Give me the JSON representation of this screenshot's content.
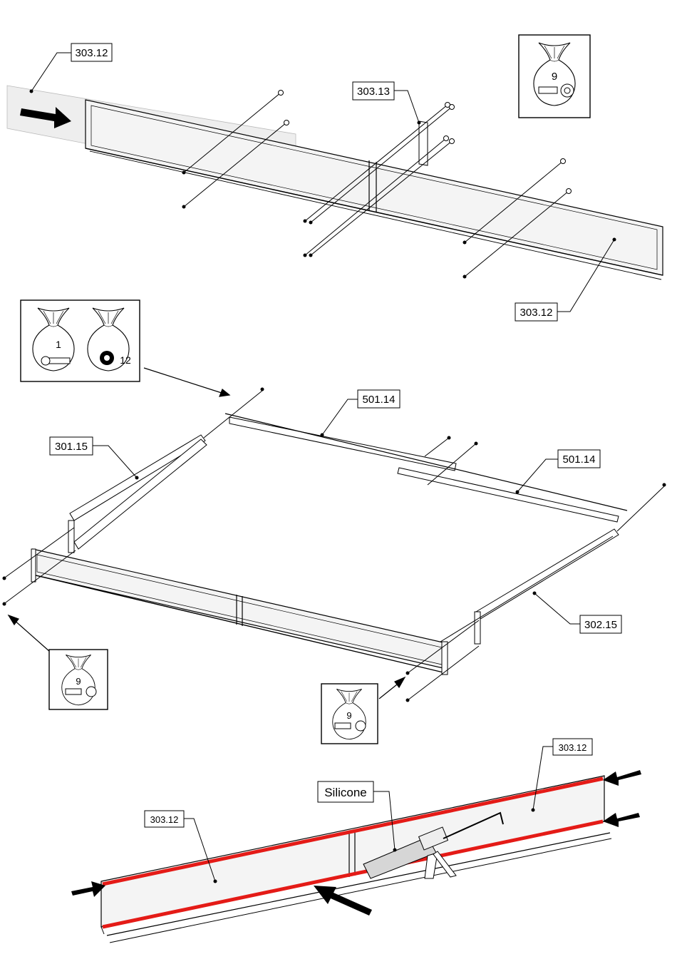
{
  "section_1": {
    "callouts": [
      "303.12",
      "303.13",
      "303.12"
    ],
    "bag_icon": {
      "number": "9",
      "icon": "bolt-nut-bag-icon"
    }
  },
  "section_2": {
    "callouts": [
      "501.14",
      "501.14",
      "301.15",
      "302.15"
    ],
    "bag_icons": [
      {
        "number": "1",
        "icon": "screw-bag-icon"
      },
      {
        "number": "12",
        "icon": "washer-bag-icon"
      },
      {
        "number": "9",
        "icon": "bolt-nut-bag-icon"
      },
      {
        "number": "9",
        "icon": "bolt-nut-bag-icon"
      }
    ]
  },
  "section_3": {
    "callouts": [
      "303.12",
      "303.12",
      "Silicone"
    ],
    "sealant_color": "#e41b17"
  }
}
